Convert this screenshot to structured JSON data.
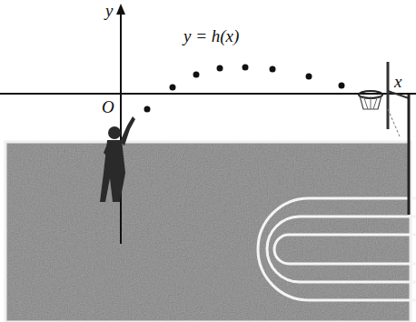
{
  "diagram": {
    "labels": [
      "y",
      "y = h(x)",
      "O",
      "x"
    ]
  }
}
